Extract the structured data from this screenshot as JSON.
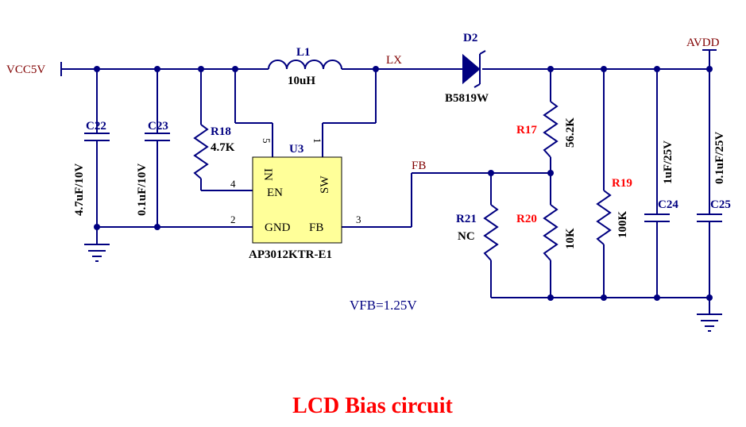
{
  "title": "LCD Bias circuit",
  "note": "VFB=1.25V",
  "nets": {
    "vin": "VCC5V",
    "lx": "LX",
    "fb": "FB",
    "vout": "AVDD"
  },
  "ic": {
    "ref": "U3",
    "part": "AP3012KTR-E1",
    "pins": {
      "p1": {
        "num": "1",
        "name": "SW"
      },
      "p2": {
        "num": "2",
        "name": "GND"
      },
      "p3": {
        "num": "3",
        "name": "FB"
      },
      "p4": {
        "num": "4",
        "name": "EN"
      },
      "p5": {
        "num": "5",
        "name": "IN"
      }
    }
  },
  "inductor": {
    "ref": "L1",
    "value": "10uH"
  },
  "diode": {
    "ref": "D2",
    "value": "B5819W"
  },
  "capacitors": {
    "c22": {
      "ref": "C22",
      "value": "4.7uF/10V"
    },
    "c23": {
      "ref": "C23",
      "value": "0.1uF/10V"
    },
    "c24": {
      "ref": "C24",
      "value": "1uF/25V"
    },
    "c25": {
      "ref": "C25",
      "value": "0.1uF/25V"
    }
  },
  "resistors": {
    "r17": {
      "ref": "R17",
      "value": "56.2K"
    },
    "r18": {
      "ref": "R18",
      "value": "4.7K"
    },
    "r19": {
      "ref": "R19",
      "value": "100K"
    },
    "r20": {
      "ref": "R20",
      "value": "10K"
    },
    "r21": {
      "ref": "R21",
      "value": "NC"
    }
  },
  "colors": {
    "wire": "#000080",
    "reference_emphasis": "#ff0000",
    "net_label": "#800000",
    "ic_fill": "#ffff99",
    "title": "#ff0000"
  }
}
